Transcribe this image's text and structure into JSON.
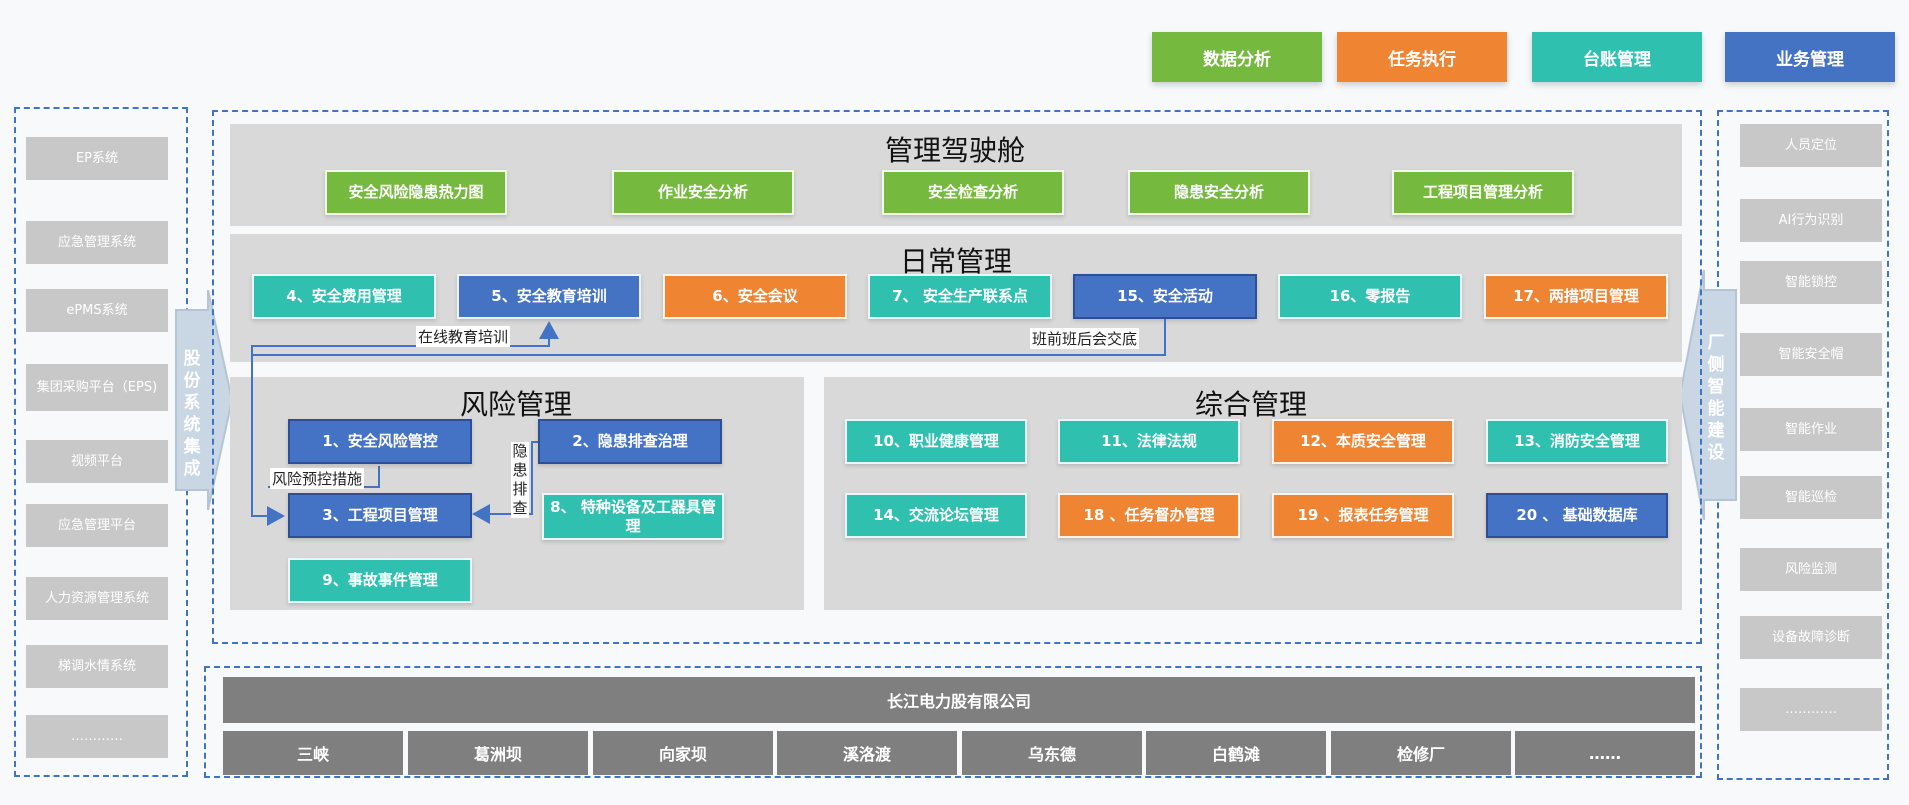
{
  "legend": [
    {
      "label": "数据分析",
      "color": "#76b93f"
    },
    {
      "label": "任务执行",
      "color": "#ef8433"
    },
    {
      "label": "台账管理",
      "color": "#2fc0b0"
    },
    {
      "label": "业务管理",
      "color": "#4573c4"
    }
  ],
  "left_column": {
    "label": "股份系统集成",
    "items": [
      "EP系统",
      "应急管理系统",
      "ePMS系统",
      "集团采购平台（EPS)",
      "视频平台",
      "应急管理平台",
      "人力资源管理系统",
      "梯调水情系统",
      "…………"
    ]
  },
  "right_column": {
    "label": "厂侧智能建设",
    "items": [
      "人员定位",
      "AI行为识别",
      "智能锁控",
      "智能安全帽",
      "智能作业",
      "智能巡检",
      "风险监测",
      "设备故障诊断",
      "…………"
    ]
  },
  "cockpit": {
    "title": "管理驾驶舱",
    "items": [
      "安全风险隐患热力图",
      "作业安全分析",
      "安全检查分析",
      "隐患安全分析",
      "工程项目管理分析"
    ]
  },
  "daily": {
    "title": "日常管理",
    "items": [
      "4、安全费用管理",
      "5、安全教育培训",
      "6、安全会议",
      "7、 安全生产联系点",
      "15、安全活动",
      "16、零报告",
      "17、两措项目管理"
    ]
  },
  "risk": {
    "title": "风险管理",
    "items": [
      "1、安全风险管控",
      "2、隐患排查治理",
      "3、工程项目管理",
      "8、 特种设备及工器具管理",
      "9、事故事件管理"
    ],
    "flow_labels": [
      "在线教育培训",
      "班前班后会交底",
      "风险预控措施",
      "隐患排查"
    ]
  },
  "integrated": {
    "title": "综合管理",
    "items": [
      "10、职业健康管理",
      "11、法律法规",
      "12、本质安全管理",
      "13、消防安全管理",
      "14、交流论坛管理",
      "18 、任务督办管理",
      "19 、报表任务管理",
      "20 、 基础数据库"
    ]
  },
  "company": {
    "name": "长江电力股有限公司",
    "plants": [
      "三峡",
      "葛洲坝",
      "向家坝",
      "溪洛渡",
      "乌东德",
      "白鹤滩",
      "检修厂",
      "……"
    ]
  }
}
